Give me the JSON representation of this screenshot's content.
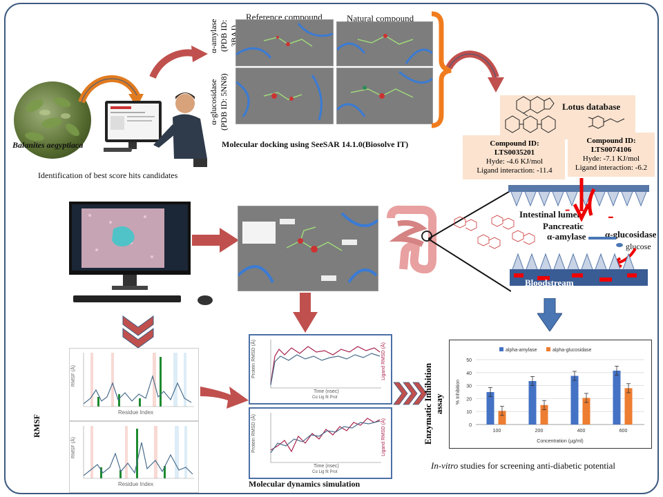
{
  "docking": {
    "ref_label": "Reference compound",
    "nat_label": "Natural compound",
    "amylase_label": "α-amylase",
    "amylase_pdb": "(PDB ID: 3BAJ)",
    "glucosidase_label": "α-glucosidase",
    "glucosidase_pdb": "(PDB ID: 5NN8)",
    "caption": "Molecular docking using SeeSAR 14.1.0(Biosolve IT)"
  },
  "plant": {
    "name": "Balanites aegyptiaca"
  },
  "identification_caption": "Identification of  best score hits candidates",
  "lotus": {
    "title": "Lotus database",
    "compound1": {
      "id_label": "Compound ID:",
      "id": "LTS0035201",
      "hyde": "Hyde: -4.6 KJ/mol",
      "interaction": "Ligand interaction: -11.4"
    },
    "compound2": {
      "id_label": "Compound ID:",
      "id": "LTS0074106",
      "hyde": "Hyde: -7.1 KJ/mol",
      "interaction": "Ligand interaction: -6.2"
    }
  },
  "intestine": {
    "lumen": "Intestinal lumen",
    "pancreatic": "Pancreatic",
    "amylase": "α-amylase",
    "glucosidase": "α-glucosidase",
    "glucose": "glucose",
    "bloodstream": "Bloodstream",
    "minus1": "-",
    "minus2": "-"
  },
  "md": {
    "caption": "Molecular dynamics simulation",
    "xlabel": "Time (nsec)",
    "ylabel": "Protein RMSD (Å)",
    "legend": "Cα  Lig fit Prot",
    "side1": "Ligand RMSD (Å)",
    "side2": "Ligand RMSD (Å)"
  },
  "rmsf": {
    "label": "RMSF",
    "xlabel": "Residue Index",
    "ylabel": "RMSF (Å)"
  },
  "assay": {
    "vertical_label": "Enzymatic Inhibition assay",
    "caption_italic": "In-vitro",
    "caption_rest": " studies for screening anti-diabetic potential"
  },
  "chart_data": {
    "type": "bar",
    "categories": [
      "100",
      "200",
      "400",
      "600"
    ],
    "series": [
      {
        "name": "alpha-amylase",
        "values": [
          25,
          33.5,
          37.5,
          41.5
        ],
        "errors": [
          3.5,
          3.5,
          3.5,
          3.5
        ],
        "color": "#4472c4"
      },
      {
        "name": "alpha-glucosidase",
        "values": [
          10.5,
          15,
          20.5,
          28
        ],
        "errors": [
          3.5,
          3.5,
          3.5,
          3.5
        ],
        "color": "#ed7d31"
      }
    ],
    "xlabel": "Concentration (µg/ml)",
    "ylabel": "% Inhibition",
    "ylim": [
      0,
      50
    ],
    "yticks": [
      "0",
      "10",
      "20",
      "30",
      "40",
      "50"
    ],
    "legend_position": "top",
    "grid": true
  },
  "colors": {
    "arrow_red": "#c0504d",
    "bracket_orange": "#f07c1e",
    "frame_blue": "#3d5a80",
    "arrow_blue": "#4a77b4"
  }
}
